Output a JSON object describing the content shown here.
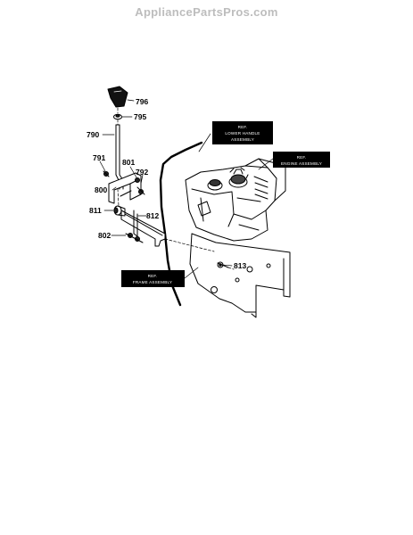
{
  "watermark": "AppliancePartsPros.com",
  "part_numbers": {
    "p796": "796",
    "p795": "795",
    "p790": "790",
    "p791": "791",
    "p801": "801",
    "p792": "792",
    "p800": "800",
    "p811": "811",
    "p812": "812",
    "p802": "802",
    "p813": "813"
  },
  "callouts": {
    "lower_handle": {
      "line1": "REF.",
      "line2": "LOWER HANDLE",
      "line3": "ASSEMBLY"
    },
    "engine": {
      "line1": "REF.",
      "line2": "ENGINE ASSEMBLY"
    },
    "frame": {
      "line1": "REF.",
      "line2": "FRAME ASSEMBLY"
    }
  }
}
